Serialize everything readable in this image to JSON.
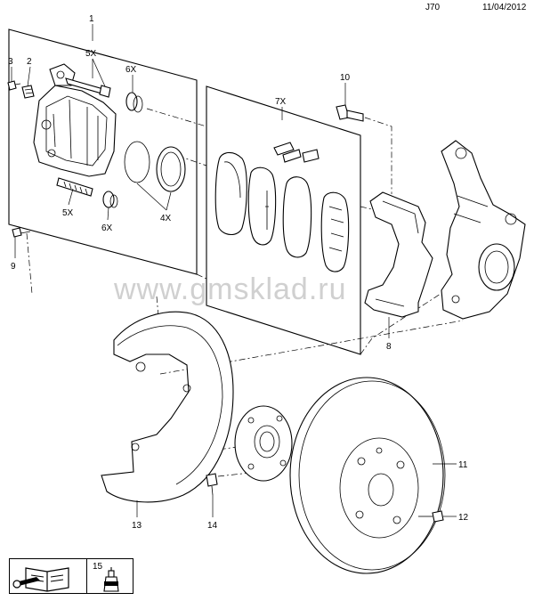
{
  "header": {
    "code": "J70",
    "date": "11/04/2012"
  },
  "watermark": "www.gmsklad.ru",
  "callouts": {
    "c1": "1",
    "c2": "2",
    "c3": "3",
    "c5x_top": "5X",
    "c6x_top": "6X",
    "c7x": "7X",
    "c10": "10",
    "c4x": "4X",
    "c5x_bot": "5X",
    "c6x_bot": "6X",
    "c9": "9",
    "c8": "8",
    "c11": "11",
    "c12": "12",
    "c13": "13",
    "c14": "14"
  },
  "legend": {
    "number": "15",
    "icons": [
      "book-wrench-icon",
      "adhesive-bottle-icon"
    ]
  }
}
